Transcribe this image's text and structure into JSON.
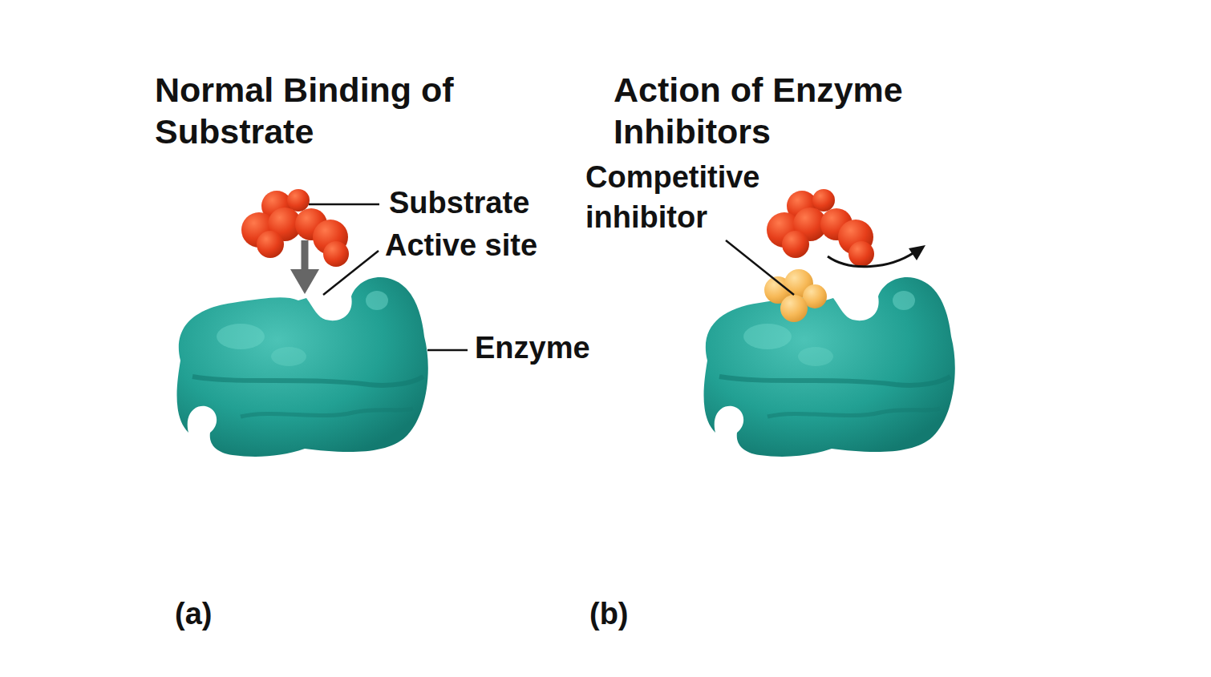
{
  "diagram": {
    "labels": [
      "Normal Binding of Substrate",
      "Substrate",
      "Active site",
      "Enzyme",
      "Action of Enzyme Inhibitors",
      "Competitive inhibitor",
      "(a)",
      "(b)"
    ]
  }
}
